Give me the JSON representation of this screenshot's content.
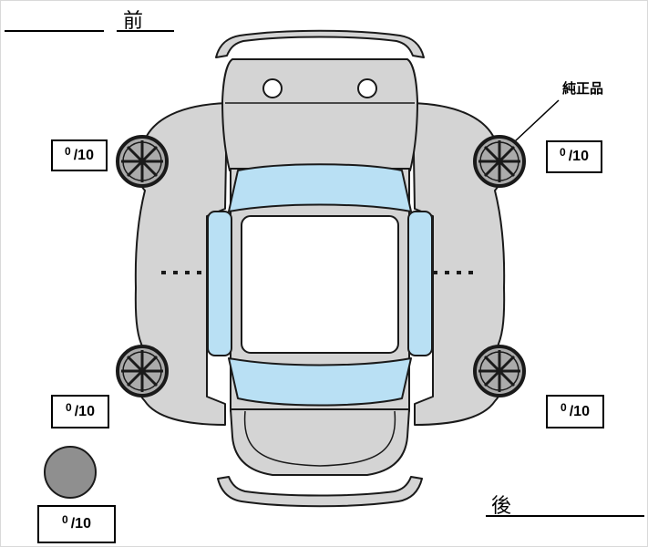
{
  "labels": {
    "front": "前",
    "rear": "後",
    "genuine_part": "純正品"
  },
  "tread": {
    "front_left": {
      "value": "0",
      "of": "/10"
    },
    "front_right": {
      "value": "0",
      "of": "/10"
    },
    "rear_left": {
      "value": "0",
      "of": "/10"
    },
    "rear_right": {
      "value": "0",
      "of": "/10"
    },
    "spare": {
      "value": "0",
      "of": "/10"
    }
  },
  "colors": {
    "body": "#d4d4d4",
    "glass": "#b9e0f4",
    "roof": "#ffffff",
    "wheel": "#ababab",
    "spare": "#8f8f8f",
    "outline": "#1a1a1a"
  }
}
